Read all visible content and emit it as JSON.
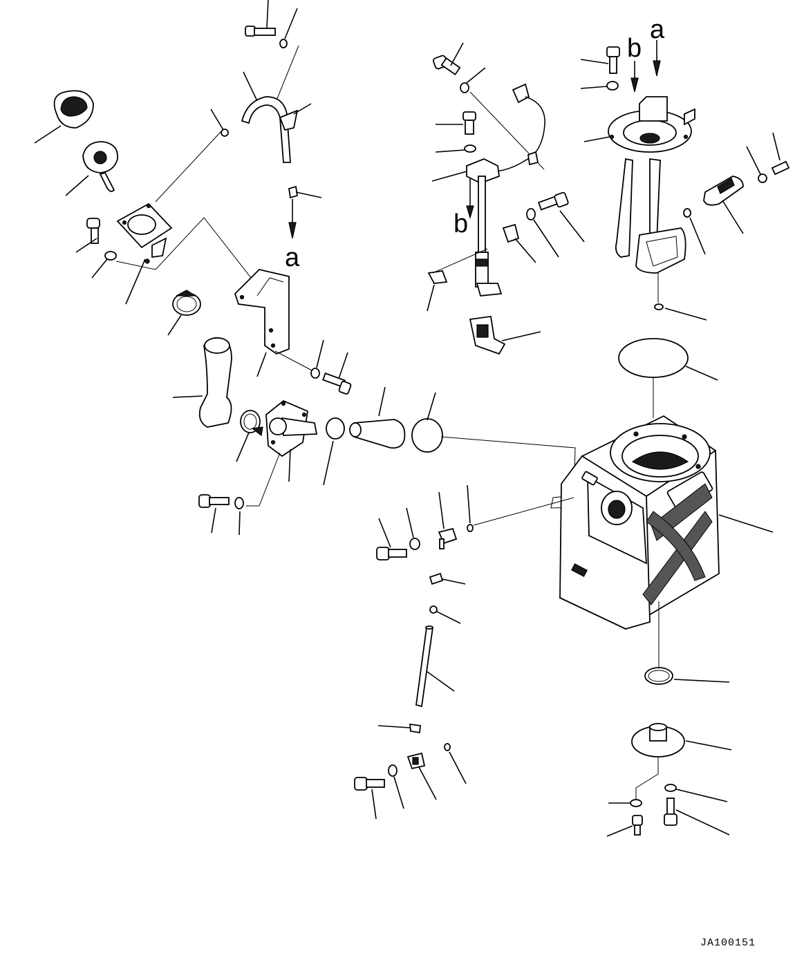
{
  "reference_marks": {
    "a_top": "a",
    "b_top": "b",
    "a_left": "a",
    "b_mid": "b"
  },
  "drawing_code": "JA100151"
}
